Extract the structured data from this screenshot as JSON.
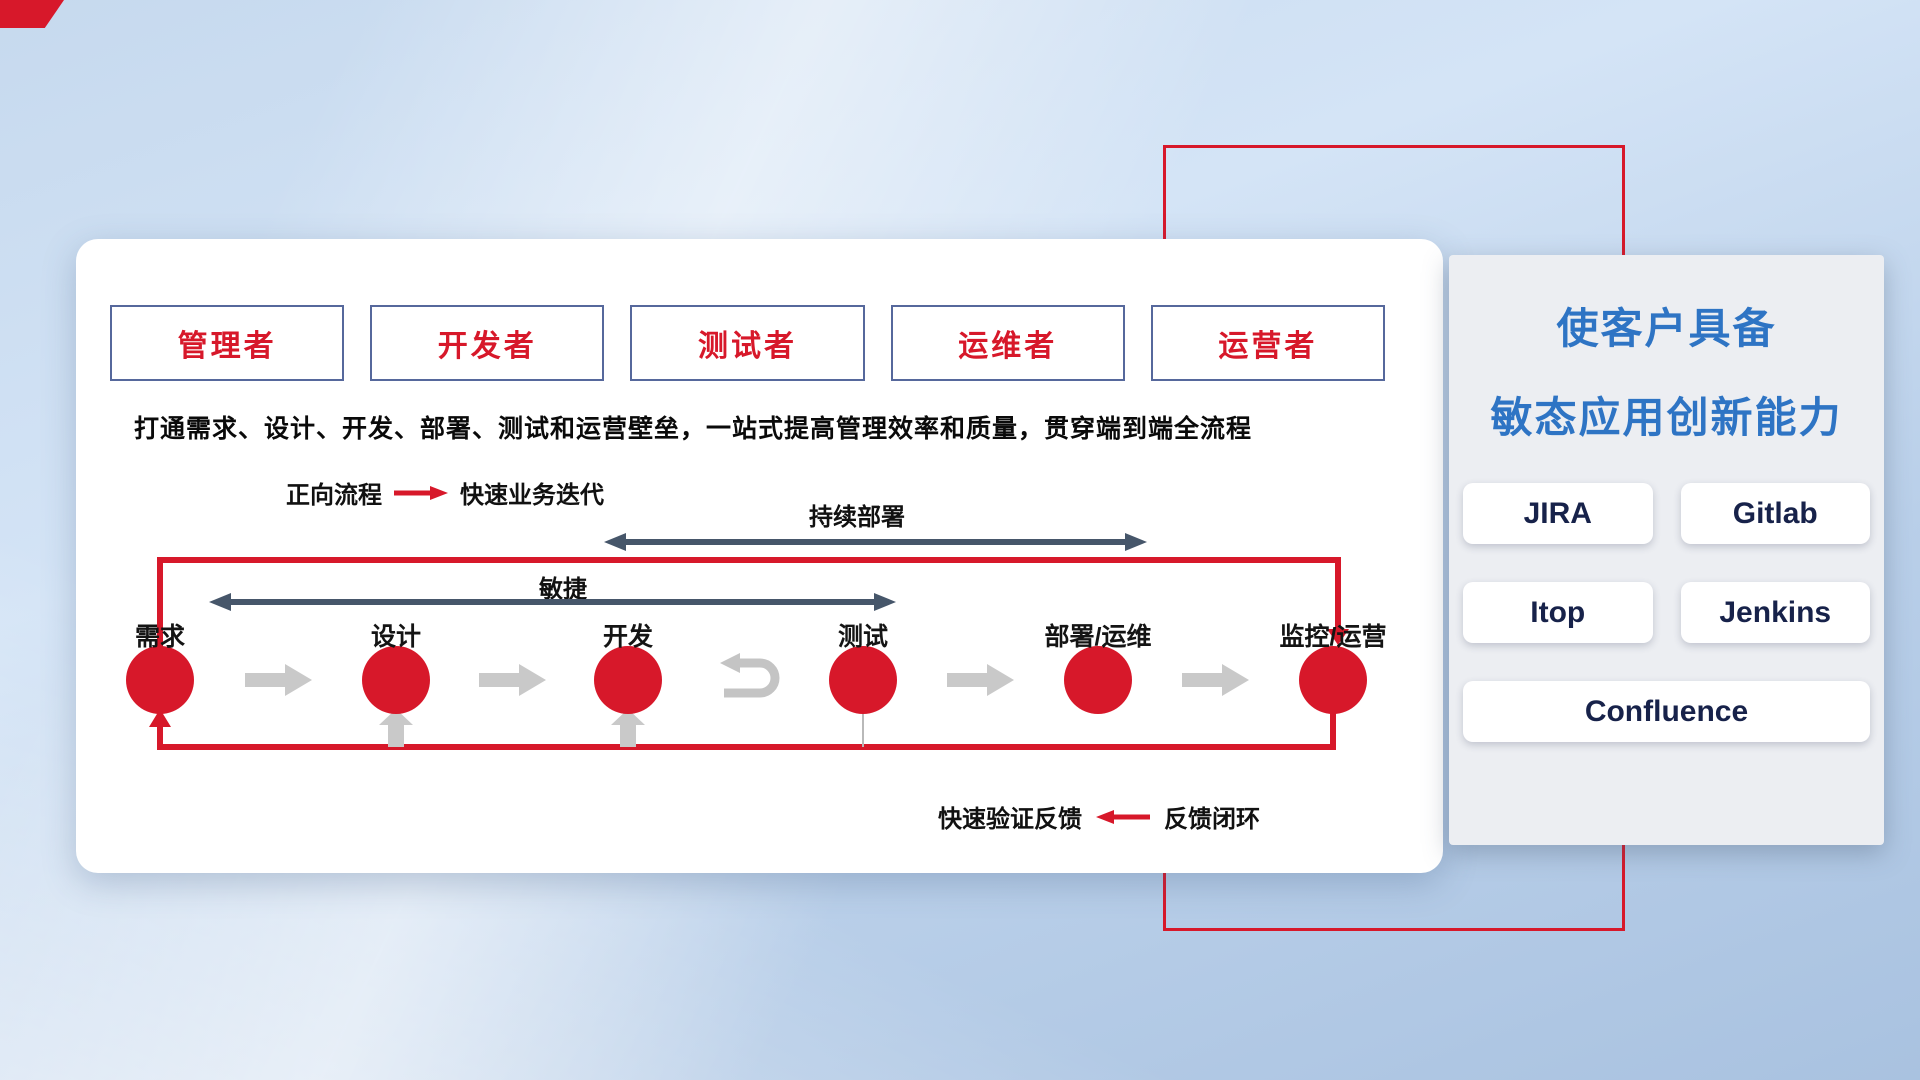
{
  "panel": {
    "roles": [
      "管理者",
      "开发者",
      "测试者",
      "运维者",
      "运营者"
    ],
    "description": "打通需求、设计、开发、部署、测试和运营壁垒，一站式提高管理效率和质量，贯穿端到端全流程",
    "forward_legend": {
      "label": "正向流程",
      "text": "快速业务迭代"
    },
    "cd_label": "持续部署",
    "agile_label": "敏捷",
    "stages": [
      "需求",
      "设计",
      "开发",
      "测试",
      "部署/运维",
      "监控/运营"
    ],
    "feedback_legend": {
      "label": "快速验证反馈",
      "text": "反馈闭环"
    }
  },
  "right_panel": {
    "title_line1": "使客户具备",
    "title_line2": "敏态应用创新能力",
    "tools": [
      "JIRA",
      "Gitlab",
      "Itop",
      "Jenkins",
      "Confluence"
    ]
  },
  "colors": {
    "accent_red": "#d7182a",
    "slate_arrow": "#46566a",
    "gray_arrow": "#c9c9c9",
    "title_blue": "#2e74c4",
    "tool_navy": "#17224a",
    "role_border": "#56689c"
  }
}
